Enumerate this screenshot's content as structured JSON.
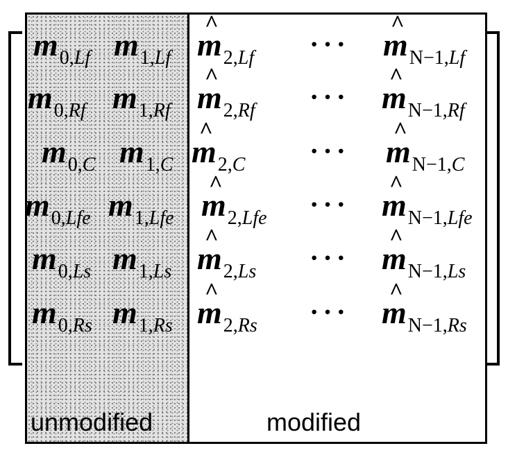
{
  "figure": {
    "description": "Matrix of downmix/mixing coefficients for channels; first two columns unmodified, remaining columns modified",
    "channels": [
      "Lf",
      "Rf",
      "C",
      "Lfe",
      "Ls",
      "Rs"
    ],
    "columns": [
      {
        "index": "0",
        "symbol": "m",
        "hat": false
      },
      {
        "index": "1",
        "symbol": "m",
        "hat": false
      },
      {
        "index": "2",
        "symbol": "m",
        "hat": true
      },
      {
        "index": "…",
        "symbol": "⋯",
        "hat": false
      },
      {
        "index": "N−1",
        "symbol": "m",
        "hat": true
      }
    ],
    "ellipsis": "···",
    "hat_glyph": "^",
    "region_labels": {
      "unmodified": "unmodified",
      "modified": "modified"
    },
    "rows": [
      {
        "ch": "Lf",
        "c0": "0,",
        "c1": "1,",
        "c2": "2,",
        "cN": "N−1,",
        "sub": "Lf"
      },
      {
        "ch": "Rf",
        "c0": "0,",
        "c1": "1,",
        "c2": "2,",
        "cN": "N−1,",
        "sub": "Rf"
      },
      {
        "ch": "C",
        "c0": "0,",
        "c1": "1,",
        "c2": "2,",
        "cN": "N−1,",
        "sub": "C"
      },
      {
        "ch": "Lfe",
        "c0": "0,",
        "c1": "1,",
        "c2": "2,",
        "cN": "N−1,",
        "sub": "Lfe"
      },
      {
        "ch": "Ls",
        "c0": "0,",
        "c1": "1,",
        "c2": "2,",
        "cN": "N−1,",
        "sub": "Ls"
      },
      {
        "ch": "Rs",
        "c0": "0,",
        "c1": "1,",
        "c2": "2,",
        "cN": "N−1,",
        "sub": "Rs"
      }
    ],
    "symbol": "m",
    "colors": {
      "line": "#000000",
      "unmodified_fill": "#e2e2e2",
      "background": "#ffffff"
    }
  }
}
